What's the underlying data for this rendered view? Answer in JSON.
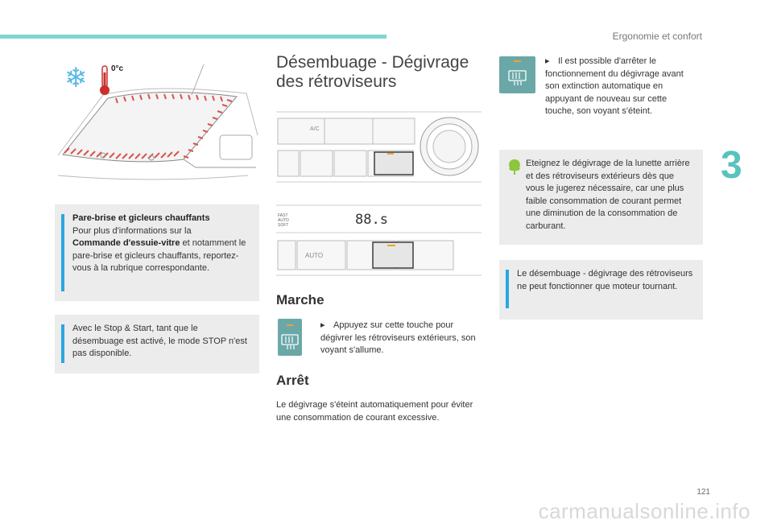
{
  "header": {
    "section_title": "Ergonomie et confort",
    "chapter_number": "3",
    "page_number": "121",
    "watermark": "carmanualsonline.info"
  },
  "illustration": {
    "temperature_label": "0°c",
    "icons": [
      "snowflake-icon",
      "thermometer-icon"
    ]
  },
  "left_notes": {
    "note1_bold_title": "Pare-brise et gicleurs chauffants",
    "note1_text_a": "Pour plus d'informations sur la",
    "note1_bold_link": "Commande d'essuie-vitre",
    "note1_text_b": " et notamment le pare-brise et gicleurs chauffants, reportez-vous à la rubrique correspondante.",
    "note2_text": "Avec le Stop & Start, tant que le désembuage est activé, le mode STOP n'est pas disponible."
  },
  "main": {
    "title": "Désembuage - Dégivrage des rétroviseurs",
    "panel1_label": "A/C",
    "panel2_display": "88.s",
    "panel2_label_left": "FAST AUTO SOFT",
    "panel2_label_auto": "AUTO",
    "heading_marche": "Marche",
    "marche_text": "Appuyez sur cette touche pour dégivrer les rétroviseurs extérieurs, son voyant s'allume.",
    "heading_arret": "Arrêt",
    "arret_text": "Le dégivrage s'éteint automatiquement pour éviter une consommation de courant excessive."
  },
  "right": {
    "stop_text": "Il est possible d'arrêter le fonctionnement du dégivrage avant son extinction automatique en appuyant de nouveau sur cette touche, son voyant s'éteint.",
    "eco_note": "Eteignez le dégivrage de la lunette arrière et des rétroviseurs extérieurs dès que vous le jugerez nécessaire, car une plus faible consommation de courant permet une diminution de la consommation de carburant.",
    "info_note": "Le désembuage - dégivrage des rétroviseurs ne peut fonctionner que moteur tournant."
  },
  "colors": {
    "accent_teal": "#58c3bd",
    "info_blue": "#2aa8e0",
    "eco_green": "#8cc63f",
    "button_teal": "#6aa8a8",
    "heat_red": "#d9534f"
  }
}
